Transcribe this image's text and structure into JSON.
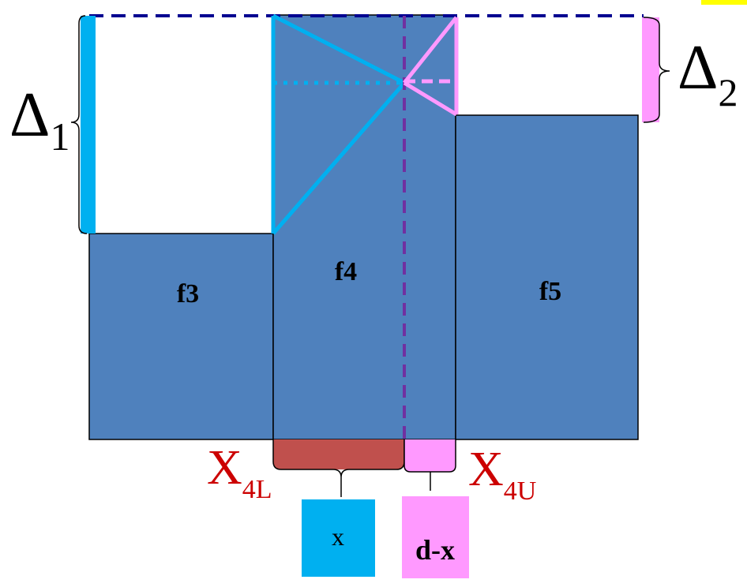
{
  "labels": {
    "delta1": "Δ",
    "delta1_sub": "1",
    "delta2": "Δ",
    "delta2_sub": "2",
    "f3": "f3",
    "f4": "f4",
    "f5": "f5",
    "x4l": "X",
    "x4l_sub": "4L",
    "x4u": "X",
    "x4u_sub": "4U",
    "x_box": "x",
    "dx_box": "d-x"
  },
  "colors": {
    "bar": "#4F81BD",
    "cyan": "#00B0F0",
    "pink": "#FF99FF",
    "navy": "#000090",
    "purple": "#7030A0",
    "red_region": "#C0504D",
    "label_red": "#CC0000"
  }
}
